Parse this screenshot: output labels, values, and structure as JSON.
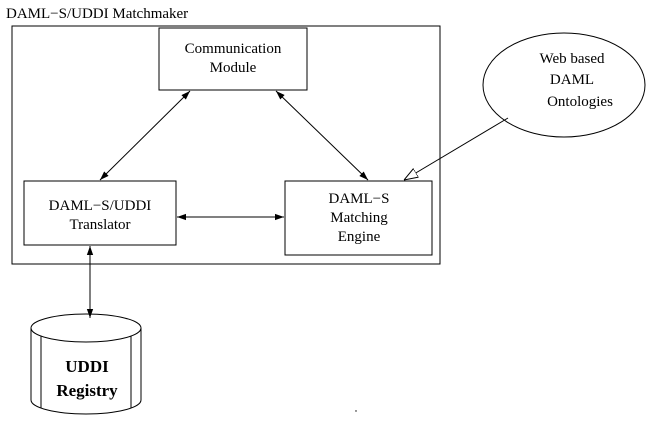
{
  "matchmaker": {
    "title": "DAML−S/UDDI Matchmaker"
  },
  "communication_module": {
    "line1": "Communication",
    "line2": "Module"
  },
  "translator": {
    "line1": "DAML−S/UDDI",
    "line2": "Translator"
  },
  "matching_engine": {
    "line1": "DAML−S",
    "line2": "Matching",
    "line3": "Engine"
  },
  "ontologies": {
    "line1": "Web based",
    "line2": "DAML",
    "line3": "Ontologies"
  },
  "registry": {
    "line1": "UDDI",
    "line2": "Registry"
  }
}
